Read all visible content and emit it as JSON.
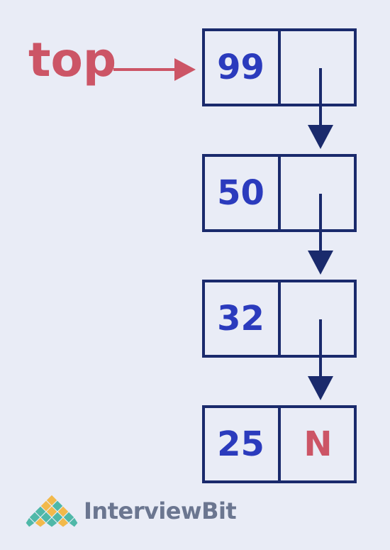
{
  "pointer_label": "top",
  "nodes": [
    {
      "value": "99",
      "next": ""
    },
    {
      "value": "50",
      "next": ""
    },
    {
      "value": "32",
      "next": ""
    },
    {
      "value": "25",
      "next": "N"
    }
  ],
  "brand": {
    "name": "InterviewBit"
  },
  "colors": {
    "background": "#e9ecf6",
    "node_border": "#1a2a6c",
    "value_text": "#2b3bbd",
    "pointer_red": "#cc5566",
    "brand_text": "#6b7690"
  }
}
